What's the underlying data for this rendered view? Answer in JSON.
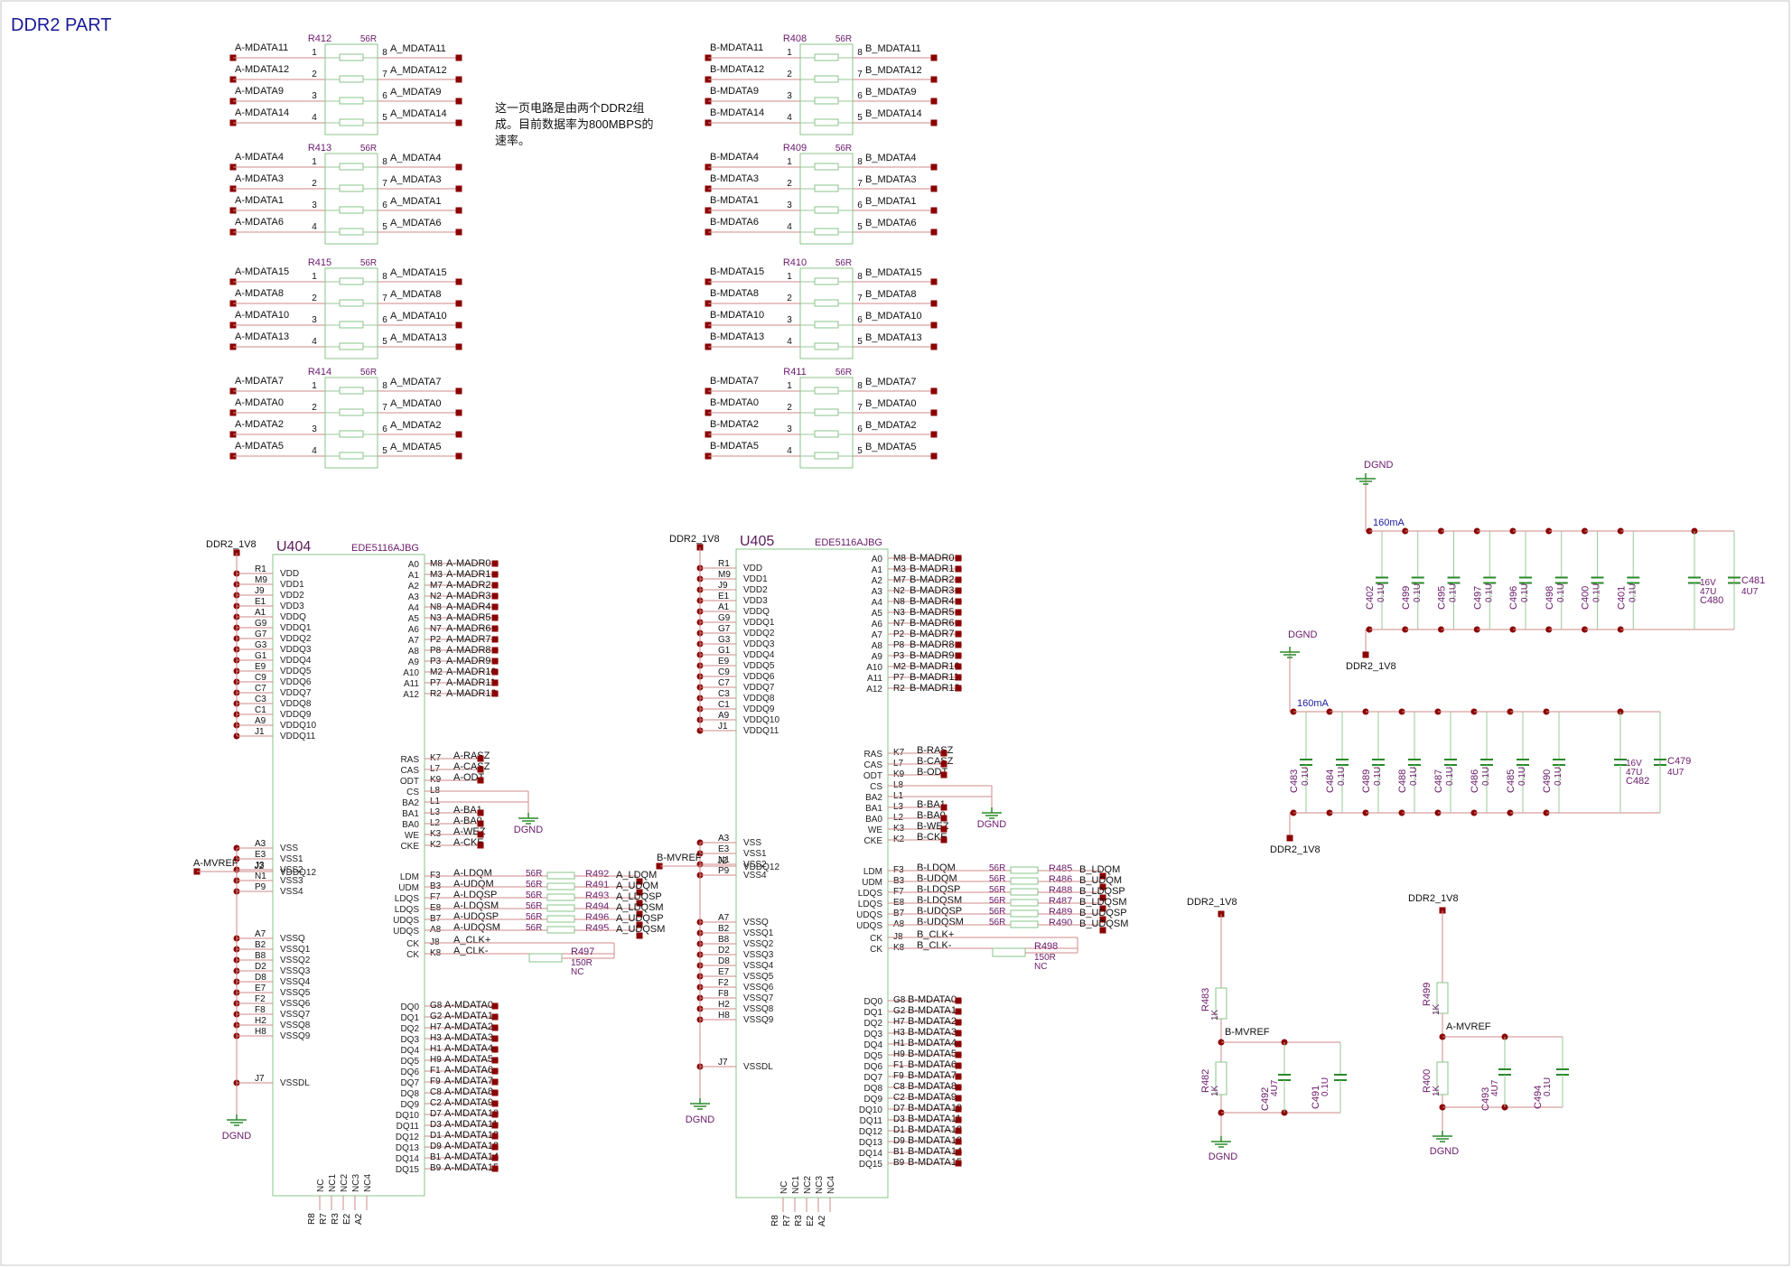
{
  "title": "DDR2 PART",
  "note_lines": [
    "这一页电路是由两个DDR2组",
    "成。目前数据率为800MBPS的",
    "速率。"
  ],
  "colors": {
    "wire": "#d08a8a",
    "pad": "#8b0000",
    "component": "#2a8a2a",
    "title": "#1a1a9a",
    "ref": "#6a1a6a"
  },
  "resistor_packs": [
    {
      "ref": "R412",
      "value": "56R",
      "pins": [
        {
          "left": "A-MDATA11",
          "ln": "1",
          "rn": "8",
          "right": "A_MDATA11"
        },
        {
          "left": "A-MDATA12",
          "ln": "2",
          "rn": "7",
          "right": "A_MDATA12"
        },
        {
          "left": "A-MDATA9",
          "ln": "3",
          "rn": "6",
          "right": "A_MDATA9"
        },
        {
          "left": "A-MDATA14",
          "ln": "4",
          "rn": "5",
          "right": "A_MDATA14"
        }
      ]
    },
    {
      "ref": "R413",
      "value": "56R",
      "pins": [
        {
          "left": "A-MDATA4",
          "ln": "1",
          "rn": "8",
          "right": "A_MDATA4"
        },
        {
          "left": "A-MDATA3",
          "ln": "2",
          "rn": "7",
          "right": "A_MDATA3"
        },
        {
          "left": "A-MDATA1",
          "ln": "3",
          "rn": "6",
          "right": "A_MDATA1"
        },
        {
          "left": "A-MDATA6",
          "ln": "4",
          "rn": "5",
          "right": "A_MDATA6"
        }
      ]
    },
    {
      "ref": "R415",
      "value": "56R",
      "pins": [
        {
          "left": "A-MDATA15",
          "ln": "1",
          "rn": "8",
          "right": "A_MDATA15"
        },
        {
          "left": "A-MDATA8",
          "ln": "2",
          "rn": "7",
          "right": "A_MDATA8"
        },
        {
          "left": "A-MDATA10",
          "ln": "3",
          "rn": "6",
          "right": "A_MDATA10"
        },
        {
          "left": "A-MDATA13",
          "ln": "4",
          "rn": "5",
          "right": "A_MDATA13"
        }
      ]
    },
    {
      "ref": "R414",
      "value": "56R",
      "pins": [
        {
          "left": "A-MDATA7",
          "ln": "1",
          "rn": "8",
          "right": "A_MDATA7"
        },
        {
          "left": "A-MDATA0",
          "ln": "2",
          "rn": "7",
          "right": "A_MDATA0"
        },
        {
          "left": "A-MDATA2",
          "ln": "3",
          "rn": "6",
          "right": "A_MDATA2"
        },
        {
          "left": "A-MDATA5",
          "ln": "4",
          "rn": "5",
          "right": "A_MDATA5"
        }
      ]
    },
    {
      "ref": "R408",
      "value": "56R",
      "pins": [
        {
          "left": "B-MDATA11",
          "ln": "1",
          "rn": "8",
          "right": "B_MDATA11"
        },
        {
          "left": "B-MDATA12",
          "ln": "2",
          "rn": "7",
          "right": "B_MDATA12"
        },
        {
          "left": "B-MDATA9",
          "ln": "3",
          "rn": "6",
          "right": "B_MDATA9"
        },
        {
          "left": "B-MDATA14",
          "ln": "4",
          "rn": "5",
          "right": "B_MDATA14"
        }
      ]
    },
    {
      "ref": "R409",
      "value": "56R",
      "pins": [
        {
          "left": "B-MDATA4",
          "ln": "1",
          "rn": "8",
          "right": "B_MDATA4"
        },
        {
          "left": "B-MDATA3",
          "ln": "2",
          "rn": "7",
          "right": "B_MDATA3"
        },
        {
          "left": "B-MDATA1",
          "ln": "3",
          "rn": "6",
          "right": "B_MDATA1"
        },
        {
          "left": "B-MDATA6",
          "ln": "4",
          "rn": "5",
          "right": "B_MDATA6"
        }
      ]
    },
    {
      "ref": "R410",
      "value": "56R",
      "pins": [
        {
          "left": "B-MDATA15",
          "ln": "1",
          "rn": "8",
          "right": "B_MDATA15"
        },
        {
          "left": "B-MDATA8",
          "ln": "2",
          "rn": "7",
          "right": "B_MDATA8"
        },
        {
          "left": "B-MDATA10",
          "ln": "3",
          "rn": "6",
          "right": "B_MDATA10"
        },
        {
          "left": "B-MDATA13",
          "ln": "4",
          "rn": "5",
          "right": "B_MDATA13"
        }
      ]
    },
    {
      "ref": "R411",
      "value": "56R",
      "pins": [
        {
          "left": "B-MDATA7",
          "ln": "1",
          "rn": "8",
          "right": "B_MDATA7"
        },
        {
          "left": "B-MDATA0",
          "ln": "2",
          "rn": "7",
          "right": "B_MDATA0"
        },
        {
          "left": "B-MDATA2",
          "ln": "3",
          "rn": "6",
          "right": "B_MDATA2"
        },
        {
          "left": "B-MDATA5",
          "ln": "4",
          "rn": "5",
          "right": "B_MDATA5"
        }
      ]
    }
  ],
  "ics": [
    {
      "ref": "U404",
      "part": "EDE5116AJBG",
      "power_net": "DDR2_1V8",
      "gnd_label": "DGND",
      "vref_net": "A-MVREF",
      "vref_pin": "J2",
      "vref_name": "VDDQ12",
      "left_groups": [
        [
          [
            "R1",
            "VDD"
          ],
          [
            "M9",
            "VDD1"
          ],
          [
            "J9",
            "VDD2"
          ],
          [
            "E1",
            "VDD3"
          ],
          [
            "A1",
            "VDDQ"
          ]
        ],
        [
          [
            "G9",
            "VDDQ1"
          ],
          [
            "G7",
            "VDDQ2"
          ],
          [
            "G3",
            "VDDQ3"
          ],
          [
            "G1",
            "VDDQ4"
          ],
          [
            "E9",
            "VDDQ5"
          ],
          [
            "C9",
            "VDDQ6"
          ],
          [
            "C7",
            "VDDQ7"
          ],
          [
            "C3",
            "VDDQ8"
          ],
          [
            "C1",
            "VDDQ9"
          ],
          [
            "A9",
            "VDDQ10"
          ],
          [
            "J1",
            "VDDQ11"
          ]
        ],
        [
          [
            "A3",
            "VSS"
          ],
          [
            "E3",
            "VSS1"
          ],
          [
            "J3",
            "VSS2"
          ],
          [
            "N1",
            "VSS3"
          ],
          [
            "P9",
            "VSS4"
          ]
        ],
        [
          [
            "A7",
            "VSSQ"
          ],
          [
            "B2",
            "VSSQ1"
          ],
          [
            "B8",
            "VSSQ2"
          ],
          [
            "D2",
            "VSSQ3"
          ],
          [
            "D8",
            "VSSQ4"
          ],
          [
            "E7",
            "VSSQ5"
          ],
          [
            "F2",
            "VSSQ6"
          ],
          [
            "F8",
            "VSSQ7"
          ],
          [
            "H2",
            "VSSQ8"
          ],
          [
            "H8",
            "VSSQ9"
          ]
        ],
        [
          [
            "J7",
            "VSSDL"
          ]
        ]
      ],
      "addr": [
        [
          "A0",
          "M8",
          "A-MADR0"
        ],
        [
          "A1",
          "M3",
          "A-MADR1"
        ],
        [
          "A2",
          "M7",
          "A-MADR2"
        ],
        [
          "A3",
          "N2",
          "A-MADR3"
        ],
        [
          "A4",
          "N8",
          "A-MADR4"
        ],
        [
          "A5",
          "N3",
          "A-MADR5"
        ],
        [
          "A6",
          "N7",
          "A-MADR6"
        ],
        [
          "A7",
          "P2",
          "A-MADR7"
        ],
        [
          "A8",
          "P8",
          "A-MADR8"
        ],
        [
          "A9",
          "P3",
          "A-MADR9"
        ],
        [
          "A10",
          "M2",
          "A-MADR10"
        ],
        [
          "A11",
          "P7",
          "A-MADR11"
        ],
        [
          "A12",
          "R2",
          "A-MADR12"
        ]
      ],
      "ctrl": [
        [
          "RAS",
          "K7",
          "A-RASZ"
        ],
        [
          "CAS",
          "L7",
          "A-CASZ"
        ],
        [
          "ODT",
          "K9",
          "A-ODT"
        ],
        [
          "CS",
          "L8",
          ""
        ],
        [
          "BA2",
          "L1",
          ""
        ],
        [
          "BA1",
          "L3",
          "A-BA1"
        ],
        [
          "BA0",
          "L2",
          "A-BA0"
        ],
        [
          "WE",
          "K3",
          "A-WEZ"
        ],
        [
          "CKE",
          "K2",
          "A-CKE"
        ]
      ],
      "strobe": [
        [
          "LDM",
          "F3",
          "A-LDQM",
          "56R",
          "R492",
          "A_LDQM"
        ],
        [
          "UDM",
          "B3",
          "A-UDQM",
          "56R",
          "R491",
          "A_UDQM"
        ],
        [
          "LDQS",
          "F7",
          "A-LDQSP",
          "56R",
          "R493",
          "A_LDQSP"
        ],
        [
          "LDQS",
          "E8",
          "A-LDQSM",
          "56R",
          "R494",
          "A_LDQSM"
        ],
        [
          "UDQS",
          "B7",
          "A-UDQSP",
          "56R",
          "R496",
          "A_UDQSP"
        ],
        [
          "UDQS",
          "A8",
          "A-UDQSM",
          "56R",
          "R495",
          "A_UDQSM"
        ]
      ],
      "clk": [
        [
          "CK",
          "J8",
          "A_CLK+"
        ],
        [
          "CK",
          "K8",
          "A_CLK-"
        ]
      ],
      "clk_res": {
        "ref": "R497",
        "value": "150R",
        "nc": "NC"
      },
      "data": [
        [
          "DQ0",
          "G8",
          "A-MDATA0"
        ],
        [
          "DQ1",
          "G2",
          "A-MDATA1"
        ],
        [
          "DQ2",
          "H7",
          "A-MDATA2"
        ],
        [
          "DQ3",
          "H3",
          "A-MDATA3"
        ],
        [
          "DQ4",
          "H1",
          "A-MDATA4"
        ],
        [
          "DQ5",
          "H9",
          "A-MDATA5"
        ],
        [
          "DQ6",
          "F1",
          "A-MDATA6"
        ],
        [
          "DQ7",
          "F9",
          "A-MDATA7"
        ],
        [
          "DQ8",
          "C8",
          "A-MDATA8"
        ],
        [
          "DQ9",
          "C2",
          "A-MDATA9"
        ],
        [
          "DQ10",
          "D7",
          "A-MDATA10"
        ],
        [
          "DQ11",
          "D3",
          "A-MDATA11"
        ],
        [
          "DQ12",
          "D1",
          "A-MDATA12"
        ],
        [
          "DQ13",
          "D9",
          "A-MDATA13"
        ],
        [
          "DQ14",
          "B1",
          "A-MDATA14"
        ],
        [
          "DQ15",
          "B9",
          "A-MDATA15"
        ]
      ],
      "nc_names": [
        "NC",
        "NC1",
        "NC2",
        "NC3",
        "NC4"
      ],
      "nc_pins": [
        "R8",
        "R7",
        "R3",
        "E2",
        "A2"
      ]
    },
    {
      "ref": "U405",
      "part": "EDE5116AJBG",
      "power_net": "DDR2_1V8",
      "gnd_label": "DGND",
      "vref_net": "B-MVREF",
      "vref_pin": "J2",
      "vref_name": "VDDQ12",
      "left_groups": [
        [
          [
            "R1",
            "VDD"
          ],
          [
            "M9",
            "VDD1"
          ],
          [
            "J9",
            "VDD2"
          ],
          [
            "E1",
            "VDD3"
          ],
          [
            "A1",
            "VDDQ"
          ]
        ],
        [
          [
            "G9",
            "VDDQ1"
          ],
          [
            "G7",
            "VDDQ2"
          ],
          [
            "G3",
            "VDDQ3"
          ],
          [
            "G1",
            "VDDQ4"
          ],
          [
            "E9",
            "VDDQ5"
          ],
          [
            "C9",
            "VDDQ6"
          ],
          [
            "C7",
            "VDDQ7"
          ],
          [
            "C3",
            "VDDQ8"
          ],
          [
            "C1",
            "VDDQ9"
          ],
          [
            "A9",
            "VDDQ10"
          ],
          [
            "J1",
            "VDDQ11"
          ]
        ],
        [
          [
            "A3",
            "VSS"
          ],
          [
            "E3",
            "VSS1"
          ],
          [
            "N1",
            "VSS2"
          ],
          [
            "P9",
            "VSS4"
          ]
        ],
        [
          [
            "A7",
            "VSSQ"
          ],
          [
            "B2",
            "VSSQ1"
          ],
          [
            "B8",
            "VSSQ2"
          ],
          [
            "D2",
            "VSSQ3"
          ],
          [
            "D8",
            "VSSQ4"
          ],
          [
            "E7",
            "VSSQ5"
          ],
          [
            "F2",
            "VSSQ6"
          ],
          [
            "F8",
            "VSSQ7"
          ],
          [
            "H2",
            "VSSQ8"
          ],
          [
            "H8",
            "VSSQ9"
          ]
        ],
        [
          [
            "J7",
            "VSSDL"
          ]
        ]
      ],
      "addr": [
        [
          "A0",
          "M8",
          "B-MADR0"
        ],
        [
          "A1",
          "M3",
          "B-MADR1"
        ],
        [
          "A2",
          "M7",
          "B-MADR2"
        ],
        [
          "A3",
          "N2",
          "B-MADR3"
        ],
        [
          "A4",
          "N8",
          "B-MADR4"
        ],
        [
          "A5",
          "N3",
          "B-MADR5"
        ],
        [
          "A6",
          "N7",
          "B-MADR6"
        ],
        [
          "A7",
          "P2",
          "B-MADR7"
        ],
        [
          "A8",
          "P8",
          "B-MADR8"
        ],
        [
          "A9",
          "P3",
          "B-MADR9"
        ],
        [
          "A10",
          "M2",
          "B-MADR10"
        ],
        [
          "A11",
          "P7",
          "B-MADR11"
        ],
        [
          "A12",
          "R2",
          "B-MADR12"
        ]
      ],
      "ctrl": [
        [
          "RAS",
          "K7",
          "B-RASZ"
        ],
        [
          "CAS",
          "L7",
          "B-CASZ"
        ],
        [
          "ODT",
          "K9",
          "B-ODT"
        ],
        [
          "CS",
          "L8",
          ""
        ],
        [
          "BA2",
          "L1",
          ""
        ],
        [
          "BA1",
          "L3",
          "B-BA1"
        ],
        [
          "BA0",
          "L2",
          "B-BA0"
        ],
        [
          "WE",
          "K3",
          "B-WEZ"
        ],
        [
          "CKE",
          "K2",
          "B-CKE"
        ]
      ],
      "strobe": [
        [
          "LDM",
          "F3",
          "B-LDQM",
          "56R",
          "R485",
          "B_LDQM"
        ],
        [
          "UDM",
          "B3",
          "B-UDQM",
          "56R",
          "R486",
          "B_UDQM"
        ],
        [
          "LDQS",
          "F7",
          "B-LDQSP",
          "56R",
          "R488",
          "B_LDQSP"
        ],
        [
          "LDQS",
          "E8",
          "B-LDQSM",
          "56R",
          "R487",
          "B_LDQSM"
        ],
        [
          "UDQS",
          "B7",
          "B-UDQSP",
          "56R",
          "R489",
          "B_UDQSP"
        ],
        [
          "UDQS",
          "A8",
          "B-UDQSM",
          "56R",
          "R490",
          "B_UDQSM"
        ]
      ],
      "clk": [
        [
          "CK",
          "J8",
          "B_CLK+"
        ],
        [
          "CK",
          "K8",
          "B_CLK-"
        ]
      ],
      "clk_res": {
        "ref": "R498",
        "value": "150R",
        "nc": "NC"
      },
      "data": [
        [
          "DQ0",
          "G8",
          "B-MDATA0"
        ],
        [
          "DQ1",
          "G2",
          "B-MDATA1"
        ],
        [
          "DQ2",
          "H7",
          "B-MDATA2"
        ],
        [
          "DQ3",
          "H3",
          "B-MDATA3"
        ],
        [
          "DQ4",
          "H1",
          "B-MDATA4"
        ],
        [
          "DQ5",
          "H9",
          "B-MDATA5"
        ],
        [
          "DQ6",
          "F1",
          "B-MDATA6"
        ],
        [
          "DQ7",
          "F9",
          "B-MDATA7"
        ],
        [
          "DQ8",
          "C8",
          "B-MDATA8"
        ],
        [
          "DQ9",
          "C2",
          "B-MDATA9"
        ],
        [
          "DQ10",
          "D7",
          "B-MDATA10"
        ],
        [
          "DQ11",
          "D3",
          "B-MDATA11"
        ],
        [
          "DQ12",
          "D1",
          "B-MDATA12"
        ],
        [
          "DQ13",
          "D9",
          "B-MDATA13"
        ],
        [
          "DQ14",
          "B1",
          "B-MDATA14"
        ],
        [
          "DQ15",
          "B9",
          "B-MDATA15"
        ]
      ],
      "nc_names": [
        "NC",
        "NC1",
        "NC2",
        "NC3",
        "NC4"
      ],
      "nc_pins": [
        "R8",
        "R7",
        "R3",
        "E2",
        "A2"
      ]
    }
  ],
  "decoupling": [
    {
      "top_net": "DGND",
      "bottom_net": "DDR2_1V8",
      "current": "160mA",
      "caps": [
        [
          "C402",
          "0.1U"
        ],
        [
          "C499",
          "0.1U"
        ],
        [
          "C495",
          "0.1U"
        ],
        [
          "C497",
          "0.1U"
        ],
        [
          "C496",
          "0.1U"
        ],
        [
          "C498",
          "0.1U"
        ],
        [
          "C400",
          "0.1U"
        ],
        [
          "C401",
          "0.1U"
        ]
      ],
      "bulk": {
        "ref": "C480",
        "voltage": "16V",
        "value": "47U"
      },
      "extra": {
        "ref": "C481",
        "value": "4U7"
      }
    },
    {
      "top_net": "DGND",
      "bottom_net": "DDR2_1V8",
      "current": "160mA",
      "caps": [
        [
          "C483",
          "0.1U"
        ],
        [
          "C484",
          "0.1U"
        ],
        [
          "C489",
          "0.1U"
        ],
        [
          "C488",
          "0.1U"
        ],
        [
          "C487",
          "0.1U"
        ],
        [
          "C486",
          "0.1U"
        ],
        [
          "C485",
          "0.1U"
        ],
        [
          "C490",
          "0.1U"
        ]
      ],
      "bulk": {
        "ref": "C482",
        "voltage": "16V",
        "value": "47U"
      },
      "extra": {
        "ref": "C479",
        "value": "4U7"
      }
    }
  ],
  "vref": [
    {
      "supply": "DDR2_1V8",
      "r_top": [
        "R483",
        "1K"
      ],
      "r_bot": [
        "R482",
        "1K"
      ],
      "net": "B-MVREF",
      "caps": [
        [
          "C492",
          "4U7"
        ],
        [
          "C491",
          "0.1U"
        ]
      ],
      "gnd": "DGND"
    },
    {
      "supply": "DDR2_1V8",
      "r_top": [
        "R499",
        "1K"
      ],
      "r_bot": [
        "R400",
        "1K"
      ],
      "net": "A-MVREF",
      "caps": [
        [
          "C493",
          "4U7"
        ],
        [
          "C494",
          "0.1U"
        ]
      ],
      "gnd": "DGND"
    }
  ]
}
